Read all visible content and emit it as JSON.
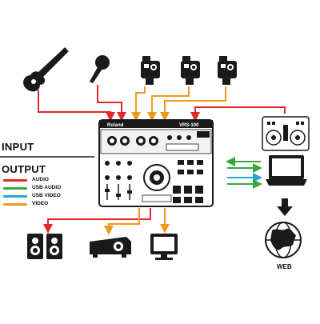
{
  "labels": {
    "input": "INPUT",
    "output": "OUTPUT",
    "web": "WEB",
    "brand": "Roland",
    "mixer_lcd": "VRS-100"
  },
  "legend": [
    {
      "label": "AUDIO",
      "color": "#e02a2a"
    },
    {
      "label": "USB AUDIO",
      "color": "#3aa83a"
    },
    {
      "label": "USB VIDEO",
      "color": "#29a6d6"
    },
    {
      "label": "VIDEO",
      "color": "#f09a1d"
    }
  ],
  "colors": {
    "audio": "#e02a2a",
    "usb_audio": "#3aa83a",
    "usb_video": "#29a6d6",
    "video": "#f09a1d",
    "device": "#1a1a1a"
  },
  "devices": {
    "inputs": [
      "guitar-icon",
      "microphone-icon",
      "camcorder-icon",
      "camcorder-icon",
      "camcorder-icon"
    ],
    "outputs": [
      "speakers-icon",
      "projector-icon",
      "monitor-icon"
    ],
    "computer": [
      "dj-controller-icon",
      "laptop-icon",
      "globe-icon"
    ]
  }
}
